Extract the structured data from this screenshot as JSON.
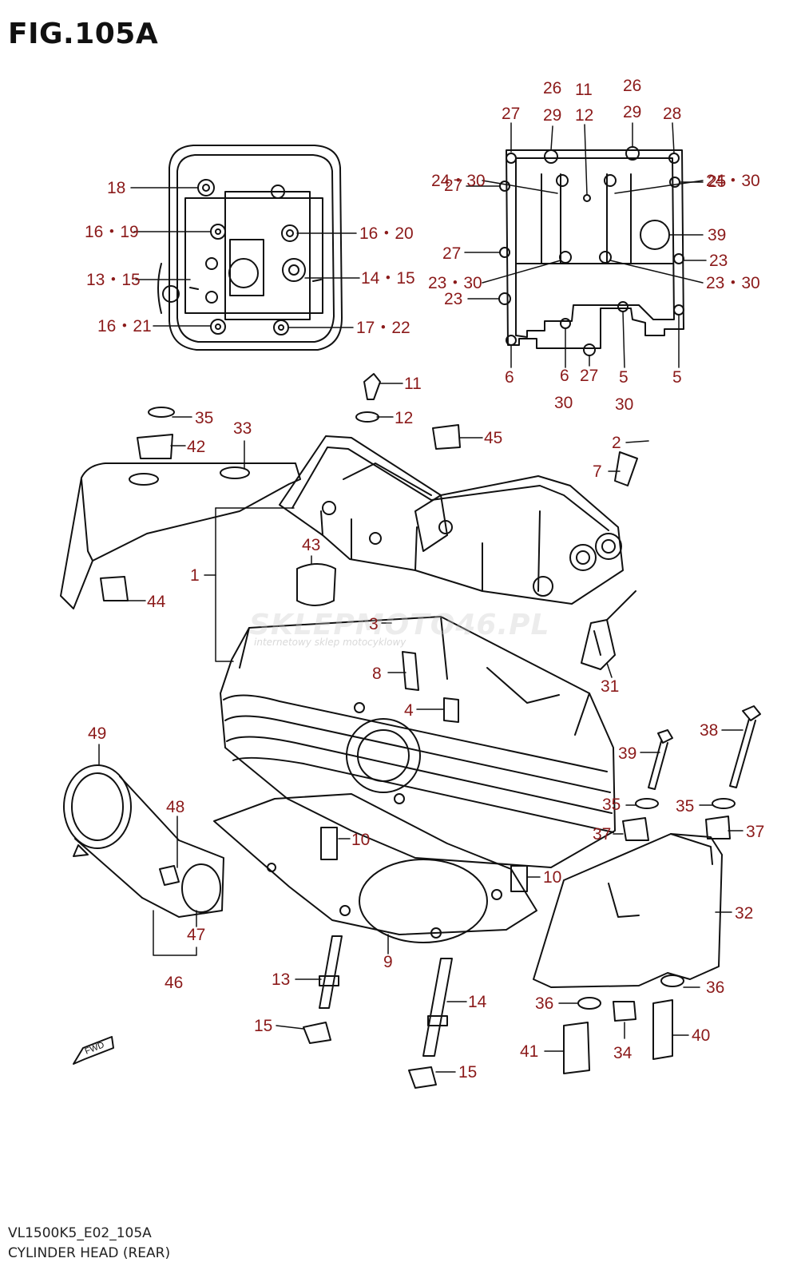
{
  "figure": {
    "title": "FIG.105A",
    "code": "VL1500K5_E02_105A",
    "caption": "CYLINDER HEAD (REAR)",
    "watermark": "SKLEPMOTO46.PL",
    "watermark_sub": "internetowy sklep motocyklowy"
  },
  "colors": {
    "label": "#8b1a1a",
    "line": "#111111"
  },
  "labels": {
    "l18": "18",
    "l16_19": "16・19",
    "l13_15": "13・15",
    "l16_21": "16・21",
    "l16_20": "16・20",
    "l14_15": "14・15",
    "l17_22": "17・22",
    "l27_a": "27",
    "l26_a": "26",
    "l29_a": "29",
    "l11_top": "11",
    "l12_top": "12",
    "l26_b": "26",
    "l29_b": "29",
    "l28": "28",
    "l24_30_a": "24・30",
    "l24_30_b": "24・30",
    "l27_b": "27",
    "l25": "25",
    "l39_top": "39",
    "l27_c": "27",
    "l23_a": "23",
    "l23_30_a": "23・30",
    "l23_30_b": "23・30",
    "l23_b": "23",
    "l6_a": "6",
    "l6_b": "6",
    "l30_a": "30",
    "l27_d": "27",
    "l5_a": "5",
    "l30_b": "30",
    "l5_b": "5",
    "l11": "11",
    "l12": "12",
    "l35_a": "35",
    "l42": "42",
    "l33": "33",
    "l45": "45",
    "l2": "2",
    "l7": "7",
    "l43": "43",
    "l1": "1",
    "l44": "44",
    "l3": "3",
    "l8": "8",
    "l4": "4",
    "l31": "31",
    "l49": "49",
    "l38": "38",
    "l39": "39",
    "l35_b": "35",
    "l35_c": "35",
    "l48": "48",
    "l10_a": "10",
    "l37_a": "37",
    "l37_b": "37",
    "l10_b": "10",
    "l32": "32",
    "l47": "47",
    "l9": "9",
    "l46": "46",
    "l13": "13",
    "l14": "14",
    "l36_a": "36",
    "l36_b": "36",
    "l15_a": "15",
    "l40": "40",
    "l41": "41",
    "l34": "34",
    "l15_b": "15"
  },
  "fwd_label": "FWD"
}
